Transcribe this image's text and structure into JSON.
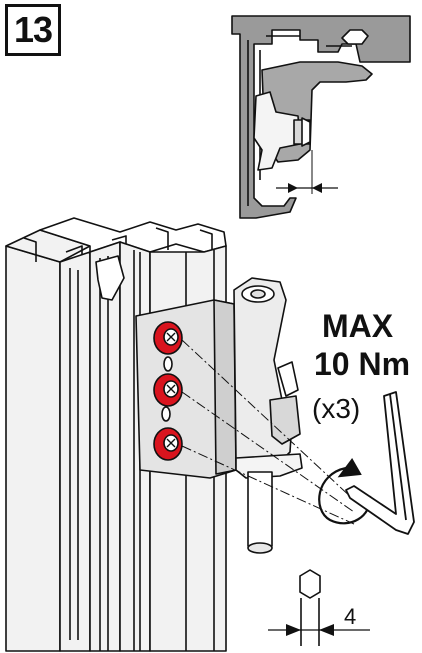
{
  "step": {
    "number": "13"
  },
  "annotations": {
    "torque_line1": "MAX",
    "torque_line2": "10 Nm",
    "screw_count": "(x3)",
    "hex_size": "4"
  },
  "colors": {
    "outline": "#111111",
    "profile_fill": "#f2f2f2",
    "section_grey": "#9a9a9a",
    "hinge_plate": "#e4e4e4",
    "screw_red": "#d9141e"
  },
  "icons": {
    "rotation": "clockwise-arrow-icon",
    "tool": "hex-key-icon",
    "hex_tip": "hex-bit-icon"
  }
}
